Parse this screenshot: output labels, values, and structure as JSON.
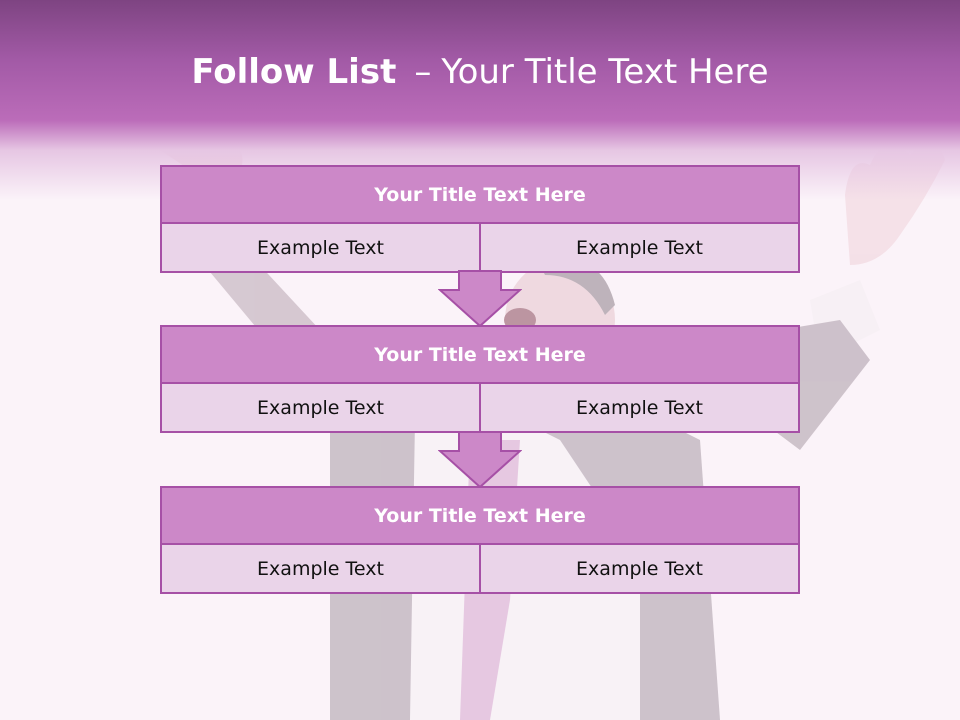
{
  "slide": {
    "title_bold": "Follow List",
    "title_dash": "–",
    "title_rest": "Your Title Text Here"
  },
  "steps": [
    {
      "title": "Your Title Text Here",
      "left": "Example Text",
      "right": "Example Text"
    },
    {
      "title": "Your Title Text Here",
      "left": "Example Text",
      "right": "Example Text"
    },
    {
      "title": "Your Title Text Here",
      "left": "Example Text",
      "right": "Example Text"
    }
  ],
  "colors": {
    "header": "#a25aa6",
    "block_header": "#cc88c8",
    "block_body": "#ead4e9",
    "border": "#a650a6",
    "arrow": "#cc88c8"
  },
  "background_image": "businessman-celebrating-arms-raised"
}
